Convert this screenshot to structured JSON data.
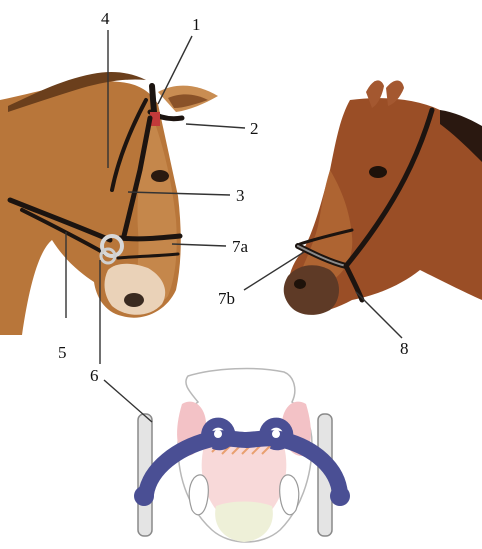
{
  "labels": {
    "l1": "1",
    "l2": "2",
    "l3": "3",
    "l4": "4",
    "l5": "5",
    "l6": "6",
    "l7a": "7a",
    "l7b": "7b",
    "l8": "8"
  },
  "colors": {
    "horse_left": "#b8763a",
    "horse_right": "#9a4e26",
    "strap": "#1c1410",
    "noseband_blue": "#4a4f94",
    "bit_pink": "#f2c4c4",
    "leader": "#333333"
  }
}
